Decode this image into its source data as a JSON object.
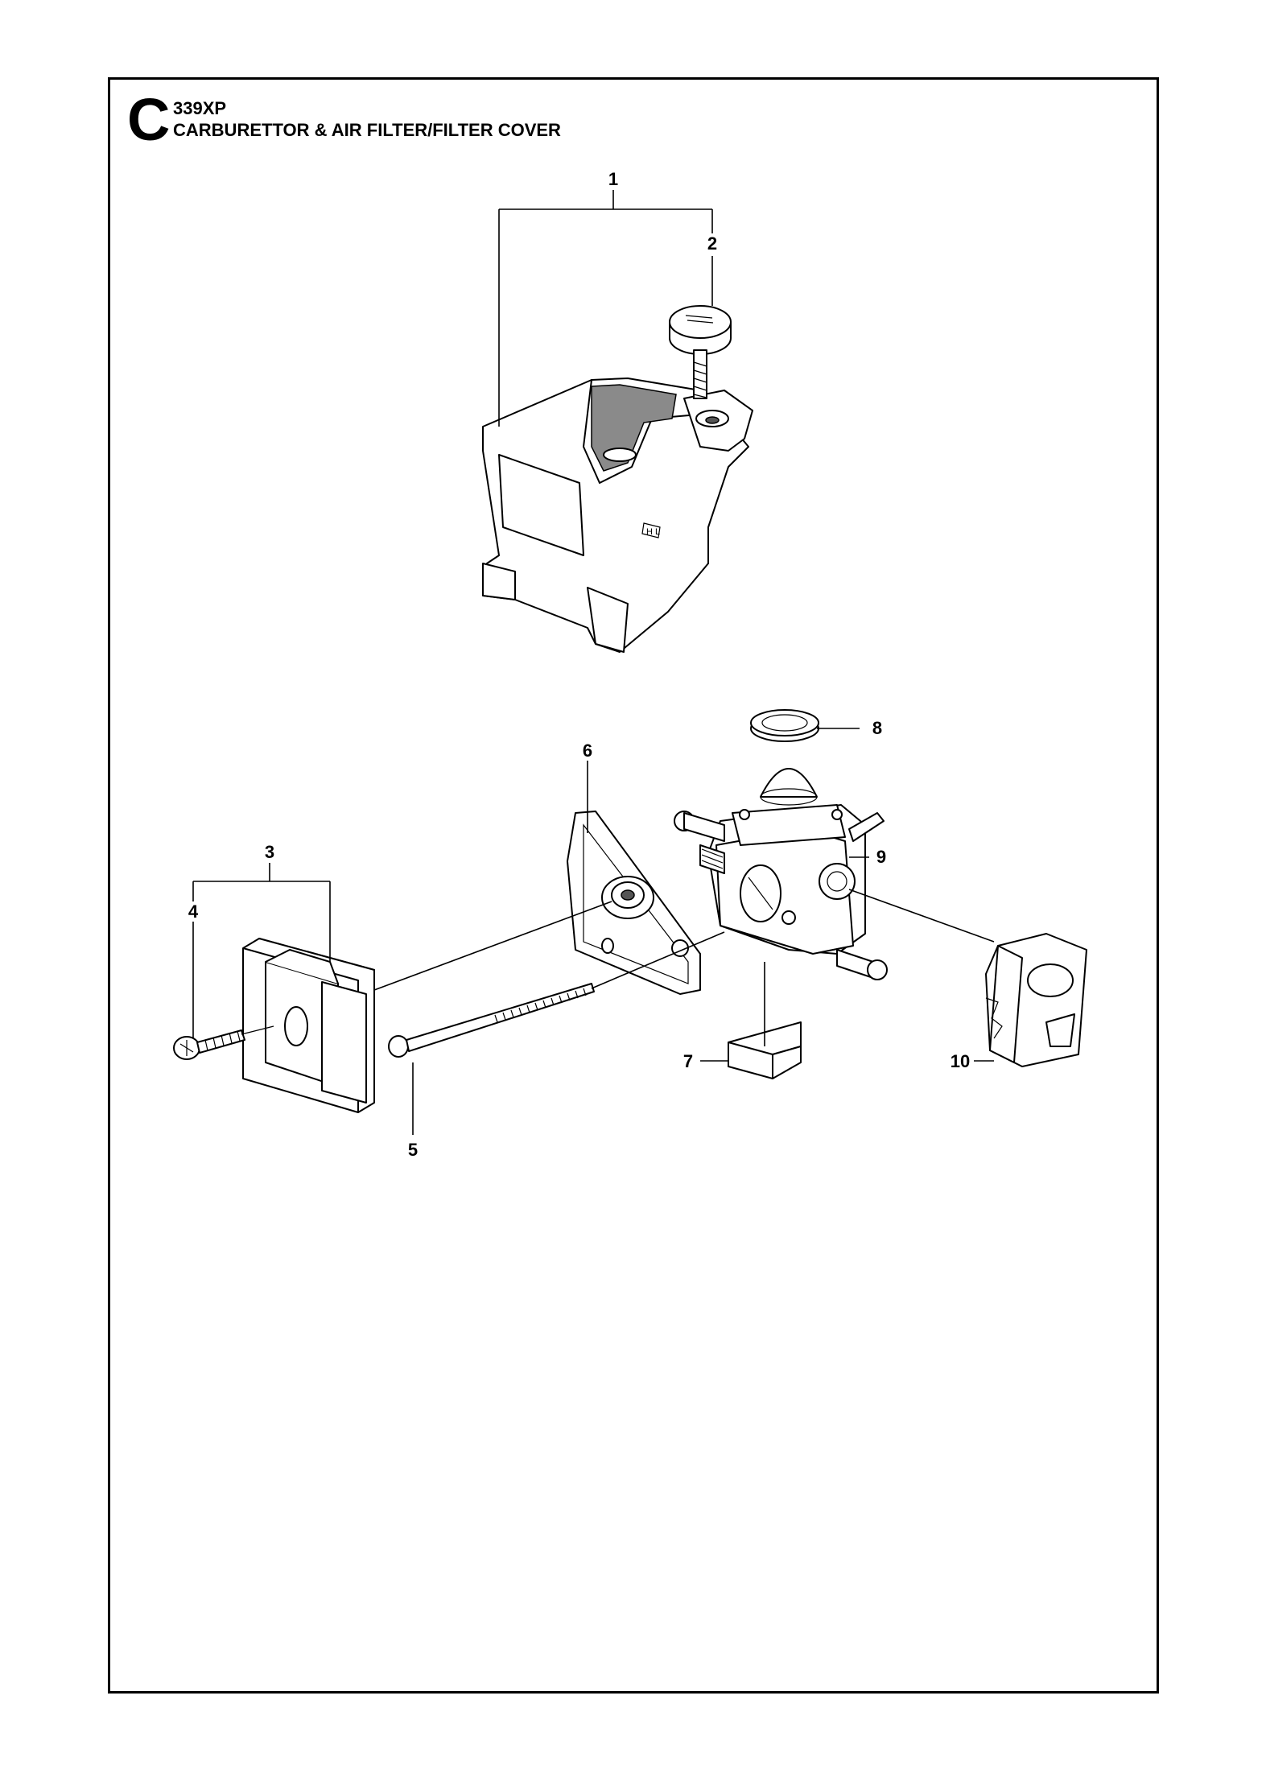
{
  "header": {
    "section": "C",
    "model": "339XP",
    "title": "CARBURETTOR & AIR FILTER/FILTER COVER"
  },
  "callouts": [
    "1",
    "2",
    "3",
    "4",
    "5",
    "6",
    "7",
    "8",
    "9",
    "10"
  ]
}
